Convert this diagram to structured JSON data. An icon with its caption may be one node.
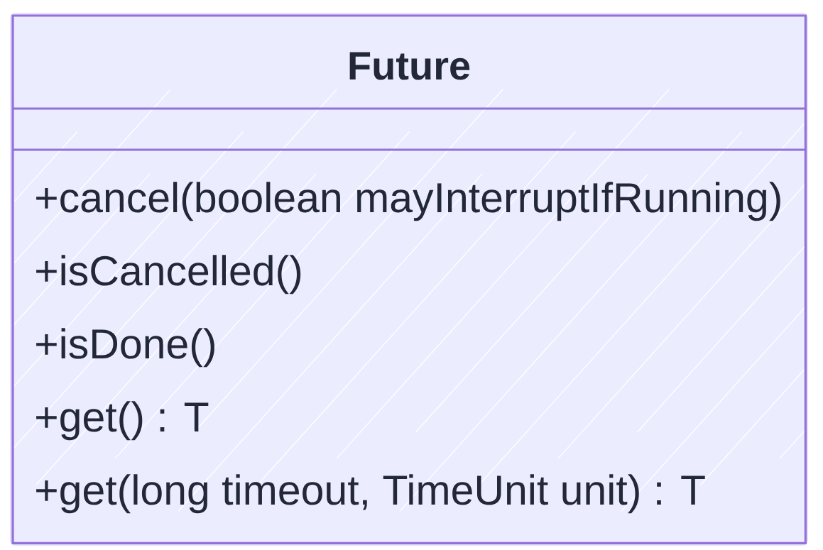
{
  "diagram": {
    "nodes": [
      {
        "text": [
          "Future",
          "+cancel(boolean mayInterruptIfRunning)",
          "+isCancelled()",
          "+isDone()",
          "+get() : T",
          "+get(long timeout, TimeUnit unit) : T"
        ]
      }
    ]
  }
}
